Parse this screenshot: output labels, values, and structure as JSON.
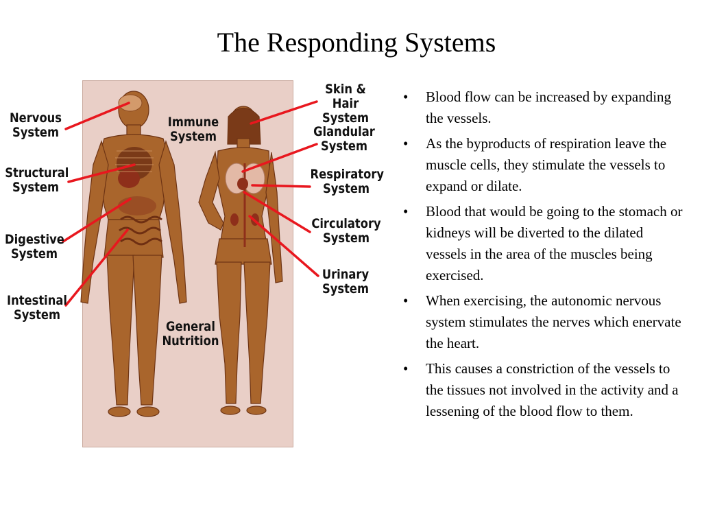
{
  "title": "The Responding Systems",
  "diagram": {
    "labels": {
      "nervous": [
        "Nervous",
        "System"
      ],
      "structural": [
        "Structural",
        "System"
      ],
      "digestive": [
        "Digestive",
        "System"
      ],
      "intestinal": [
        "Intestinal",
        "System"
      ],
      "immune": [
        "Immune",
        "System"
      ],
      "general": [
        "General",
        "Nutrition"
      ],
      "skin": [
        "Skin & Hair",
        "System"
      ],
      "glandular": [
        "Glandular",
        "System"
      ],
      "respiratory": [
        "Respiratory",
        "System"
      ],
      "circulatory": [
        "Circulatory",
        "System"
      ],
      "urinary": [
        "Urinary",
        "System"
      ]
    },
    "colors": {
      "panel": "#e9cfc7",
      "skin": "#a9652c",
      "muscle_dark": "#7a3a18",
      "pointer": "#e8171e"
    }
  },
  "bullets": [
    "Blood flow can be increased by expanding the vessels.",
    "As the byproducts of respiration leave the muscle cells, they stimulate the vessels to expand or dilate.",
    "Blood that would be going to the stomach or kidneys will be diverted to the dilated vessels in the area of the muscles being exercised.",
    "When exercising, the autonomic nervous system stimulates the nerves which enervate the heart.",
    "This causes a constriction of the vessels to the tissues not involved in the activity and a lessening of the blood flow to them."
  ],
  "bullet_marker": "•"
}
